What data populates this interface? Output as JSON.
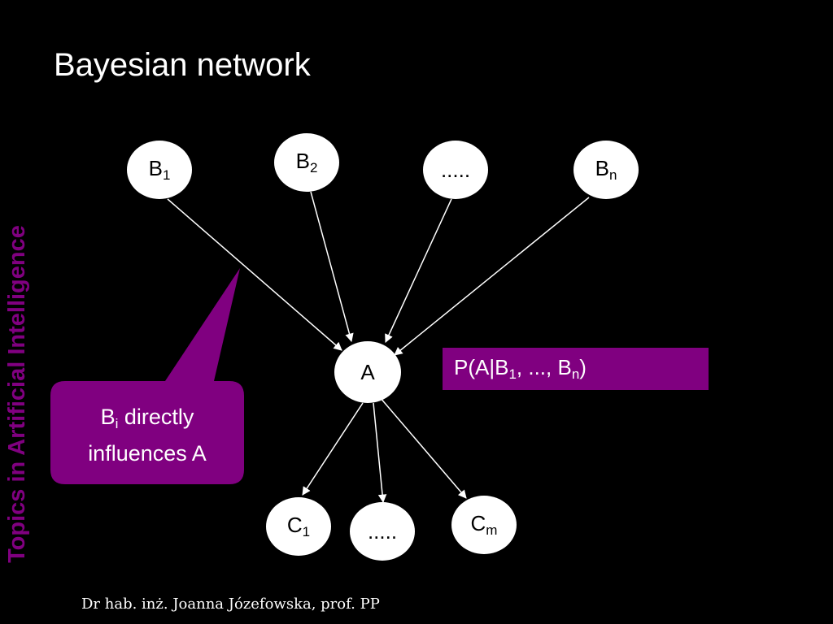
{
  "title": "Bayesian network",
  "side_label": "Topics in Artificial Intelligence",
  "footer": "Dr hab. inż. Joanna Józefowska, prof. PP",
  "nodes": {
    "b1": {
      "main": "B",
      "sub": "1"
    },
    "b2": {
      "main": "B",
      "sub": "2"
    },
    "b_ellipsis": {
      "main": "....."
    },
    "bn": {
      "main": "B",
      "sub": "n"
    },
    "a": {
      "main": "A"
    },
    "c1": {
      "main": "C",
      "sub": "1"
    },
    "c_ellipsis": {
      "main": "....."
    },
    "cm": {
      "main": "C",
      "sub": "m"
    }
  },
  "probability": {
    "prefix": "P(A|B",
    "sub1": "1",
    "middle": ", ..., B",
    "sub2": "n",
    "suffix": ")"
  },
  "callout": {
    "line1_main": "B",
    "line1_sub": "i",
    "line1_rest": " directly",
    "line2": "influences A"
  },
  "colors": {
    "background": "#000000",
    "accent": "#800080",
    "node_fill": "#ffffff",
    "text": "#ffffff"
  }
}
